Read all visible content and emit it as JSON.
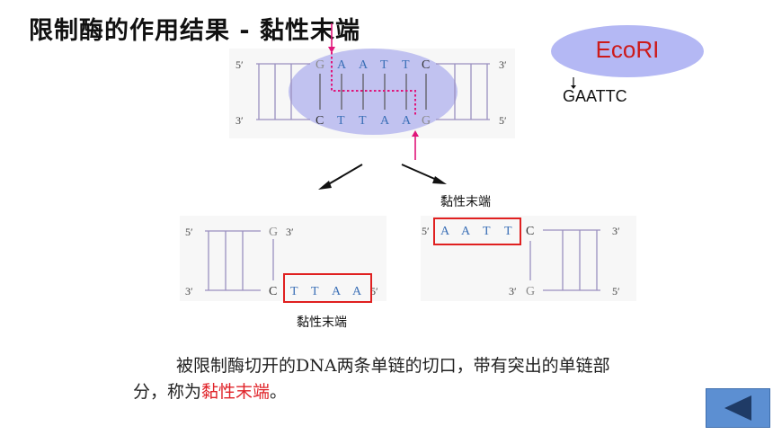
{
  "title": "限制酶的作用结果 - 黏性末端",
  "enzyme": {
    "name": "EcoRI",
    "site": "GAATTC"
  },
  "top_dna": {
    "top_5": "5′",
    "top_3": "3′",
    "bottom_3": "3′",
    "bottom_5": "5′",
    "top_bases": [
      "G",
      "A",
      "A",
      "T",
      "T",
      "C"
    ],
    "bottom_bases": [
      "C",
      "T",
      "T",
      "A",
      "A",
      "G"
    ]
  },
  "left_fragment": {
    "top_5": "5′",
    "top_base": "G",
    "top_3": "3′",
    "bottom_3": "3′",
    "bottom_bases": [
      "C",
      "T",
      "T",
      "A",
      "A"
    ],
    "bottom_5": "5′",
    "label": "黏性末端"
  },
  "right_fragment": {
    "top_5": "5′",
    "top_bases": [
      "A",
      "A",
      "T",
      "T",
      "C"
    ],
    "top_3": "3′",
    "bottom_3": "3′",
    "bottom_base": "G",
    "bottom_5": "5′",
    "label": "黏性末端"
  },
  "description": {
    "part1": "被限制酶切开的DNA两条单链的切口，带有突出的单链部分，称为",
    "highlight": "黏性末端",
    "part2": "。"
  },
  "colors": {
    "backbone": "#9a8fc0",
    "cut": "#e0157a",
    "box": "#e02020",
    "blue_base": "#3a6fb6",
    "grey_base": "#8a8a8a",
    "highlight_ellipse": "#b7b9ef"
  },
  "nav": {
    "icon": "triangle-left-icon"
  }
}
